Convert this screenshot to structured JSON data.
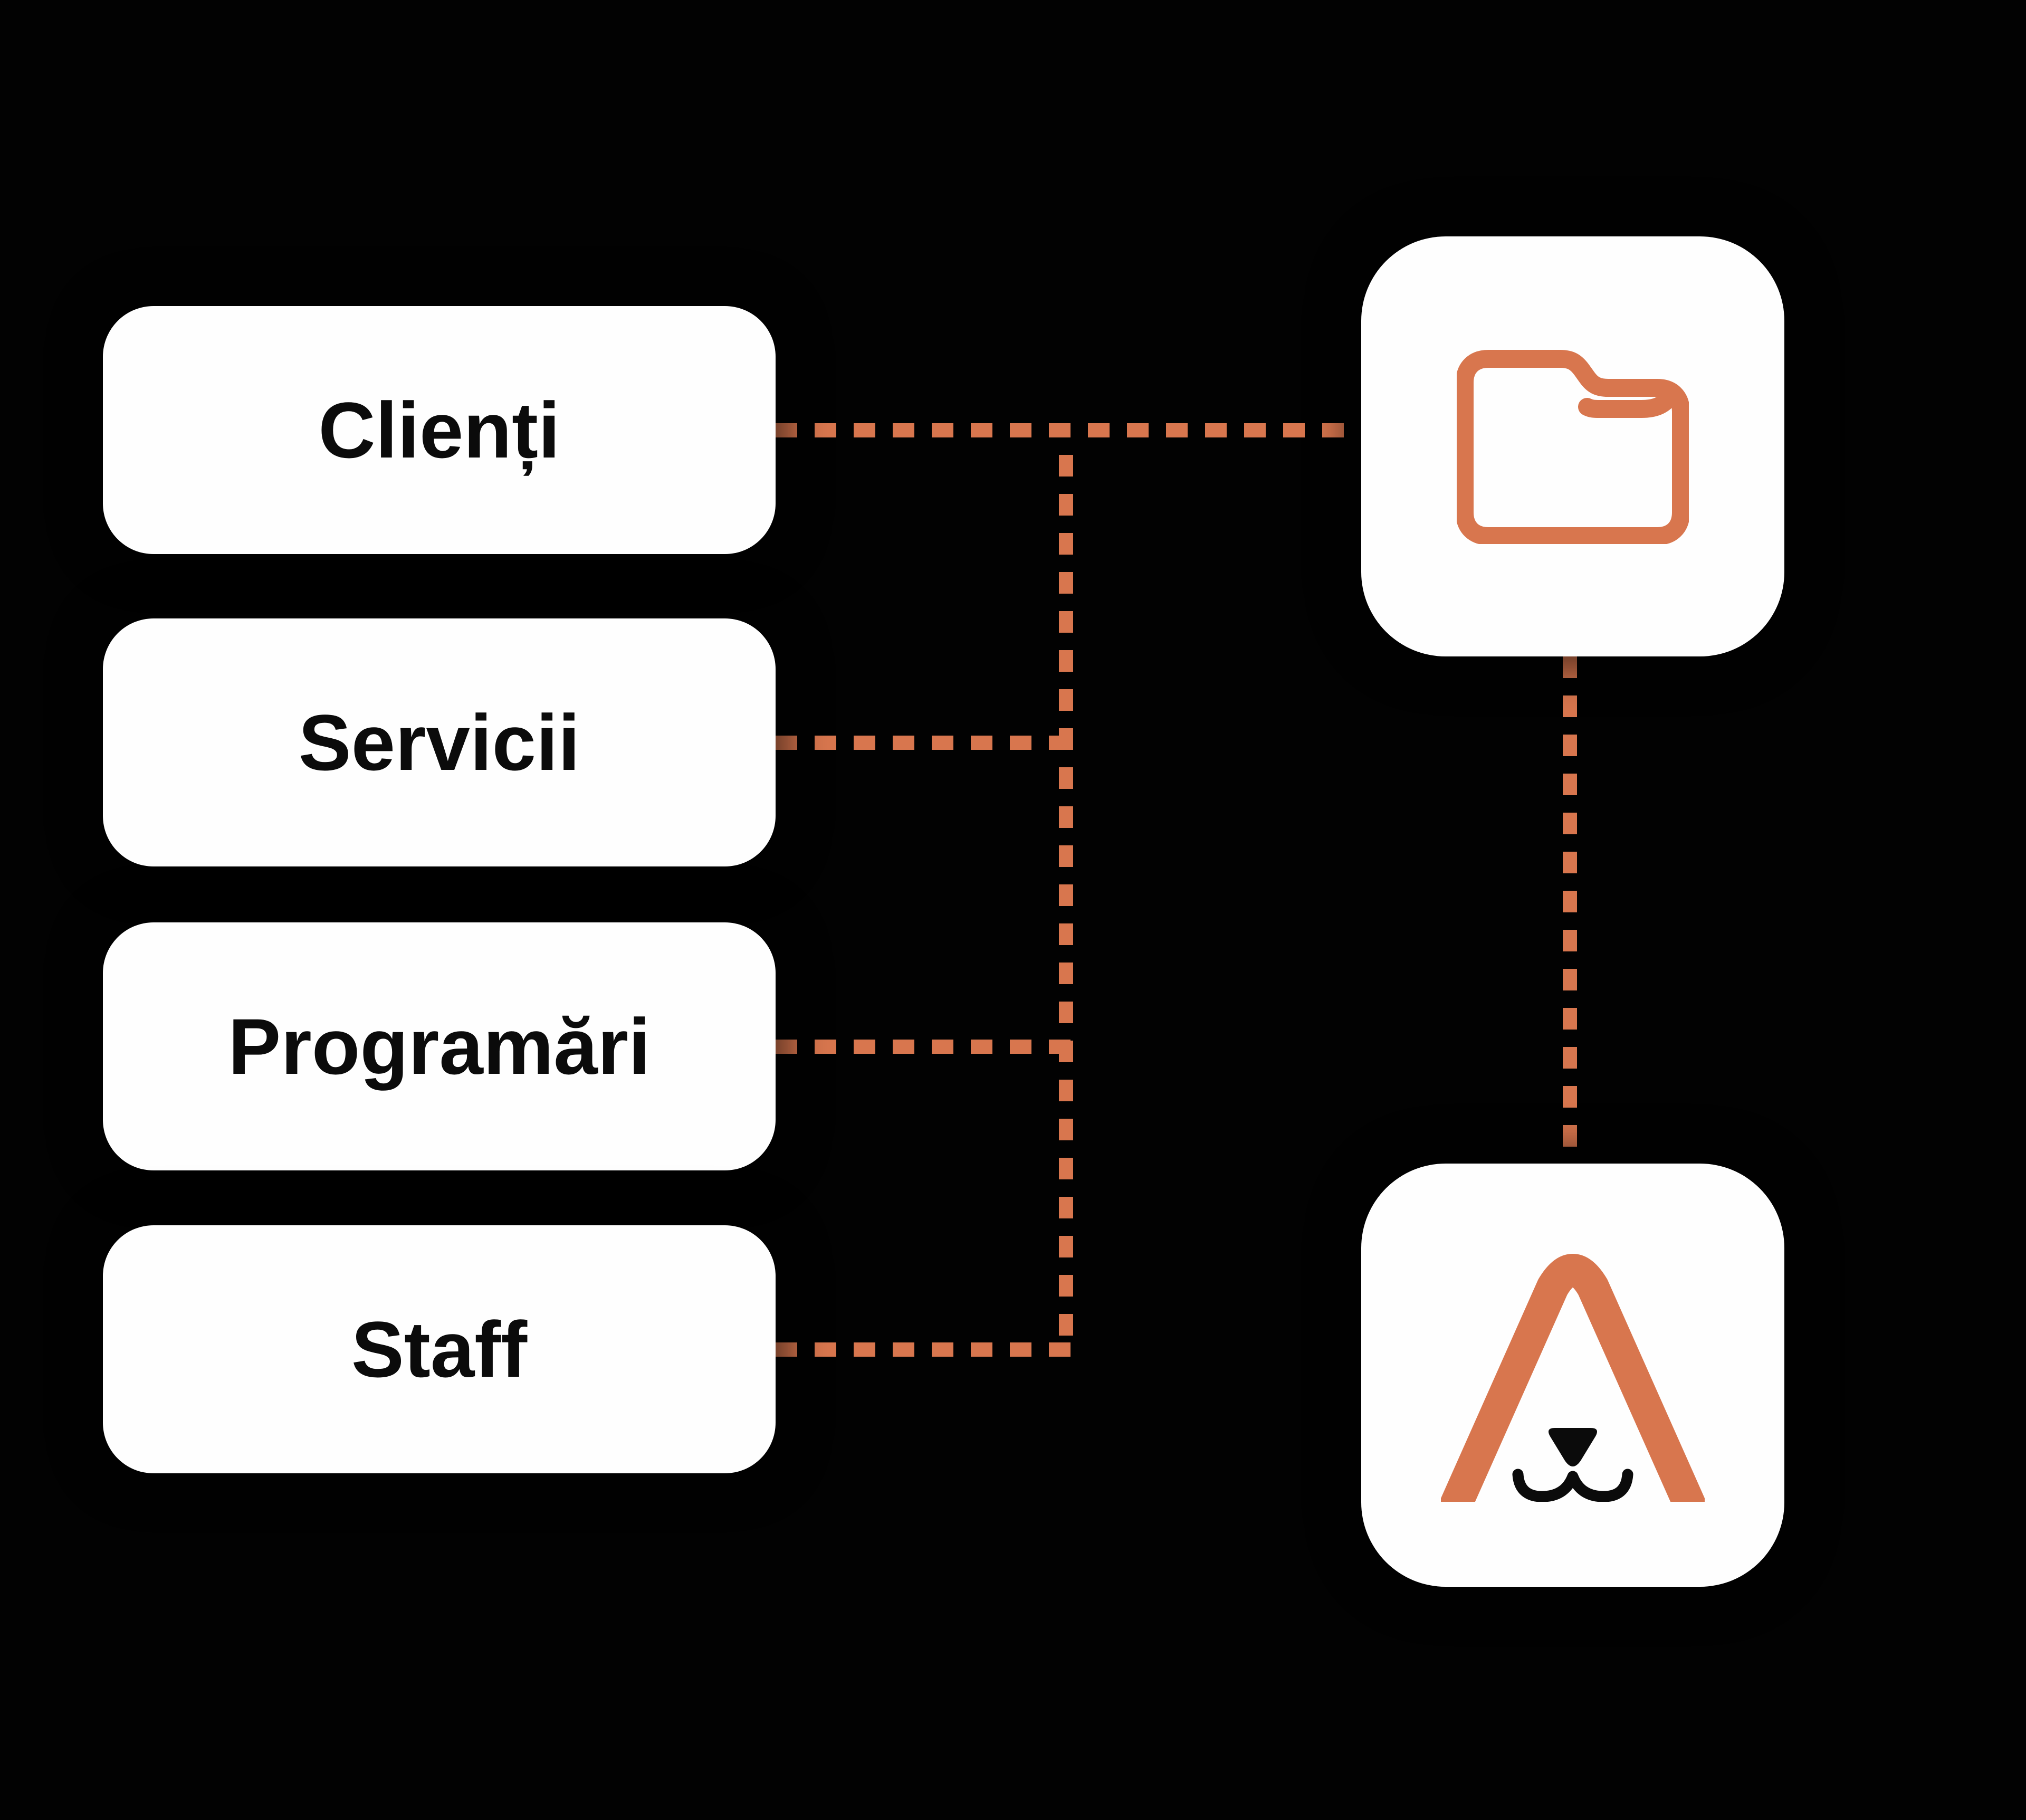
{
  "colors": {
    "background": "#020202",
    "accent": "#D8764E",
    "node-bg": "#FEFEFE",
    "label-text": "#0B0B0B",
    "icon-dark": "#0B0B0B"
  },
  "diagram": {
    "entities": [
      {
        "label": "Clienți"
      },
      {
        "label": "Servicii"
      },
      {
        "label": "Programări"
      },
      {
        "label": "Staff"
      }
    ],
    "nodes": [
      {
        "id": "folder",
        "icon": "folder-icon"
      },
      {
        "id": "pet-app",
        "icon": "pet-logo-icon"
      }
    ],
    "connections": [
      {
        "from": "Clienți",
        "to": "folder"
      },
      {
        "from": "Servicii",
        "to": "folder"
      },
      {
        "from": "Programări",
        "to": "folder"
      },
      {
        "from": "Staff",
        "to": "folder"
      },
      {
        "from": "folder",
        "to": "pet-app"
      }
    ]
  }
}
